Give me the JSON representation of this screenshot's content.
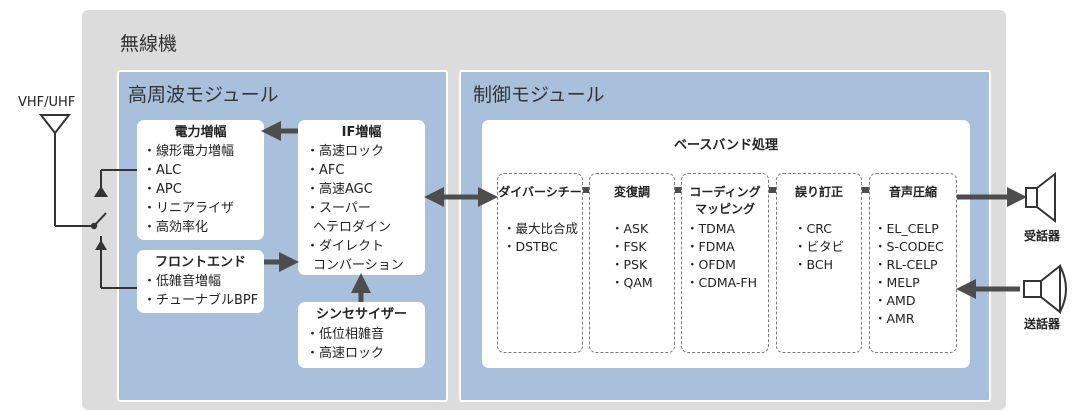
{
  "radio": {
    "title": "無線機"
  },
  "antenna": {
    "label": "VHF/UHF"
  },
  "rf_module": {
    "title": "高周波モジュール",
    "power_amp": {
      "title": "電力増幅",
      "items": [
        "・線形電力増幅",
        "・ALC",
        "・APC",
        "・リニアライザ",
        "・高効率化"
      ]
    },
    "front_end": {
      "title": "フロントエンド",
      "items": [
        "・低雑音増幅",
        "・チューナブルBPF"
      ]
    },
    "if_amp": {
      "title": "IF増幅",
      "items": [
        "・高速ロック",
        "・AFC",
        "・高速AGC",
        "・スーパー",
        "ヘテロダイン",
        "・ダイレクト",
        "コンバーション"
      ]
    },
    "synthesizer": {
      "title": "シンセサイザー",
      "items": [
        "・低位相雑音",
        "・高速ロック"
      ]
    }
  },
  "control_module": {
    "title": "制御モジュール",
    "baseband": {
      "title": "ベースバンド処理",
      "diversity": {
        "title": "ダイバーシチー",
        "items": [
          "・最大比合成",
          "・DSTBC"
        ]
      },
      "modulation": {
        "title": "変復調",
        "items": [
          "・ASK",
          "・FSK",
          "・PSK",
          "・QAM"
        ]
      },
      "coding": {
        "title_line1": "コーディング",
        "title_line2": "マッピング",
        "items": [
          "・TDMA",
          "・FDMA",
          "・OFDM",
          "・CDMA-FH"
        ]
      },
      "error_correction": {
        "title": "誤り訂正",
        "items": [
          "・CRC",
          "・ビタビ",
          "・BCH"
        ]
      },
      "voice": {
        "title": "音声圧縮",
        "items": [
          "・EL_CELP",
          "・S-CODEC",
          "・RL-CELP",
          "・MELP",
          "・AMD",
          "・AMR"
        ]
      }
    }
  },
  "receiver": {
    "label": "受話器"
  },
  "transmitter": {
    "label": "送話器"
  },
  "colors": {
    "outer_bg": "#dcdcdc",
    "module_bg": "#a9c0dc",
    "arrow": "#4d4d4d",
    "box_bg": "#ffffff"
  }
}
